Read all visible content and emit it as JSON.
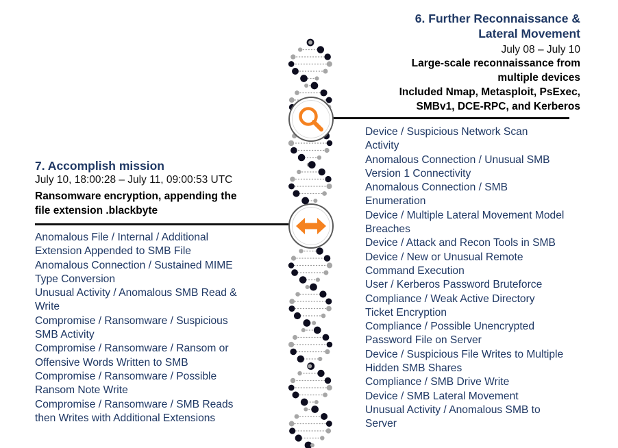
{
  "colors": {
    "title": "#1f3864",
    "alert_text": "#1f3864",
    "accent": "#f58220",
    "helix_dark": "#0d0d1f",
    "helix_light": "#a6a6a6"
  },
  "stage6": {
    "title": "6. Further Reconnaissance &\nLateral Movement",
    "date": "July 08 – July 10",
    "summary": "Large-scale reconnaissance from\nmultiple devices\nIncluded Nmap, Metasploit, PsExec,\nSMBv1, DCE-RPC, and Kerberos",
    "icon": "magnifying-glass-icon",
    "alerts": [
      "Device / Suspicious Network Scan\nActivity",
      "Anomalous Connection / Unusual SMB\nVersion 1 Connectivity",
      "Anomalous Connection / SMB\nEnumeration",
      "Device / Multiple Lateral Movement Model\nBreaches",
      "Device / Attack and Recon Tools in SMB",
      "Device / New or Unusual Remote\nCommand Execution",
      "User / Kerberos Password Bruteforce",
      "Compliance / Weak Active Directory\nTicket Encryption",
      "Compliance / Possible Unencrypted\nPassword File on Server",
      "Device / Suspicious File Writes to Multiple\nHidden SMB Shares",
      "Compliance / SMB Drive Write",
      "Device / SMB Lateral Movement",
      "Unusual Activity / Anomalous SMB to\nServer"
    ]
  },
  "stage7": {
    "title": "7. Accomplish mission",
    "date": "July 10, 18:00:28 – July 11, 09:00:53 UTC",
    "summary": "Ransomware encryption, appending the\nfile extension .blackbyte",
    "icon": "double-arrow-icon",
    "alerts": [
      "Anomalous File / Internal / Additional\nExtension Appended to SMB File",
      "Anomalous Connection / Sustained MIME\nType Conversion",
      "Unusual Activity / Anomalous SMB Read &\nWrite",
      "Compromise / Ransomware / Suspicious\nSMB Activity",
      "Compromise / Ransomware / Ransom or\nOffensive Words Written to SMB",
      "Compromise / Ransomware / Possible\nRansom Note Write",
      "Compromise / Ransomware / SMB Reads\nthen Writes with Additional Extensions"
    ]
  }
}
